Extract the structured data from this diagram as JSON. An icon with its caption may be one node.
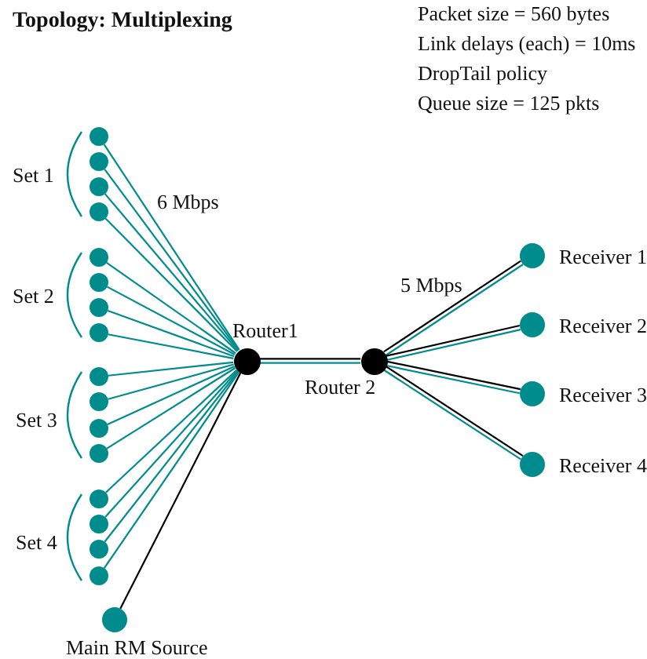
{
  "diagram": {
    "title": "Topology: Multiplexing",
    "nodes": [
      {
        "text": [],
        "shape": "circle"
      },
      {
        "text": [],
        "shape": "circle"
      },
      {
        "text": [],
        "shape": "circle"
      },
      {
        "text": [],
        "shape": "circle"
      },
      {
        "text": [],
        "shape": "circle"
      },
      {
        "text": [],
        "shape": "circle"
      },
      {
        "text": [],
        "shape": "circle"
      },
      {
        "text": [],
        "shape": "circle"
      },
      {
        "text": [],
        "shape": "circle"
      },
      {
        "text": [],
        "shape": "circle"
      },
      {
        "text": [],
        "shape": "circle"
      },
      {
        "text": [],
        "shape": "circle"
      },
      {
        "text": [],
        "shape": "circle"
      },
      {
        "text": [],
        "shape": "circle"
      },
      {
        "text": [],
        "shape": "circle"
      },
      {
        "text": [],
        "shape": "circle"
      },
      {
        "text": [
          "Router1"
        ]
      },
      {
        "text": [
          "Router 2"
        ]
      },
      {
        "text": [
          "Receiver 1"
        ]
      },
      {
        "text": [
          "Receiver 2"
        ]
      },
      {
        "text": [
          "Receiver 3"
        ]
      },
      {
        "text": [
          "Receiver 4"
        ]
      },
      {
        "text": [
          "Main RM Source"
        ]
      }
    ],
    "edges": [
      {
        "from": 0,
        "to": 16,
        "arrow": "none"
      },
      {
        "from": 1,
        "to": 16,
        "arrow": "none"
      },
      {
        "from": 2,
        "to": 16,
        "arrow": "none"
      },
      {
        "from": 3,
        "to": 16,
        "arrow": "none"
      },
      {
        "from": 4,
        "to": 16,
        "arrow": "none"
      },
      {
        "from": 5,
        "to": 16,
        "arrow": "none"
      },
      {
        "from": 6,
        "to": 16,
        "arrow": "none"
      },
      {
        "from": 7,
        "to": 16,
        "arrow": "none"
      },
      {
        "from": 8,
        "to": 16,
        "arrow": "none"
      },
      {
        "from": 9,
        "to": 16,
        "arrow": "none"
      },
      {
        "from": 10,
        "to": 16,
        "arrow": "none"
      },
      {
        "from": 11,
        "to": 16,
        "arrow": "none"
      },
      {
        "from": 12,
        "to": 16,
        "arrow": "none"
      },
      {
        "from": 13,
        "to": 16,
        "arrow": "none"
      },
      {
        "from": 14,
        "to": 16,
        "arrow": "none"
      },
      {
        "from": 15,
        "to": 16,
        "arrow": "none"
      },
      {
        "from": 22,
        "to": 16,
        "arrow": "none",
        "color": "#000000"
      },
      {
        "from": 16,
        "to": 17,
        "arrow": "none",
        "color": "#000000"
      },
      {
        "from": 16,
        "to": 17,
        "arrow": "none"
      },
      {
        "from": 17,
        "to": 18,
        "arrow": "none",
        "color": "#000000"
      },
      {
        "from": 17,
        "to": 18,
        "arrow": "none"
      },
      {
        "from": 17,
        "to": 19,
        "arrow": "none",
        "color": "#000000"
      },
      {
        "from": 17,
        "to": 19,
        "arrow": "none"
      },
      {
        "from": 17,
        "to": 20,
        "arrow": "none",
        "color": "#000000"
      },
      {
        "from": 17,
        "to": 20,
        "arrow": "none"
      },
      {
        "from": 17,
        "to": 21,
        "arrow": "none",
        "color": "#000000"
      },
      {
        "from": 17,
        "to": 21,
        "arrow": "none"
      }
    ],
    "labels": [
      "Packet size = 560 bytes",
      "Link delays (each) = 10ms",
      "DropTail policy",
      "Queue size = 125 pkts",
      "Set 1",
      "Set 2",
      "Set 3",
      "Set 4",
      "6 Mbps",
      "5 Mbps"
    ]
  }
}
